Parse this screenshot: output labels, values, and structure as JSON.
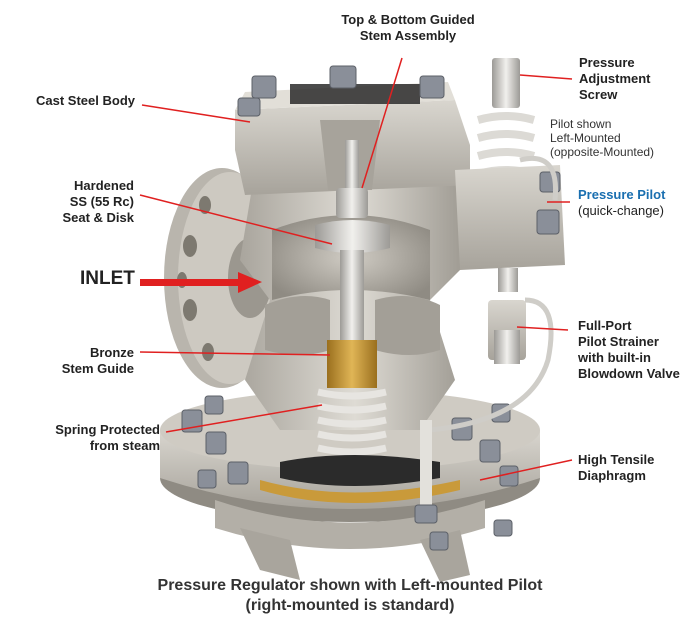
{
  "colors": {
    "accent_arrow": "#e02020",
    "pilot_title": "#1a6fb0",
    "text": "#222222",
    "metal_light": "#d6d3cc",
    "metal_mid": "#b8b4ac",
    "metal_dark": "#8c8880",
    "bronze": "#c99a3a",
    "diaphragm": "#2b2b2b"
  },
  "labels": {
    "top_bottom": [
      "Top & Bottom Guided",
      "Stem Assembly"
    ],
    "cast_steel": [
      "Cast Steel Body"
    ],
    "pressure_adjust": [
      "Pressure",
      "Adjustment",
      "Screw"
    ],
    "pilot_note": [
      "Pilot shown",
      "Left-Mounted",
      "(opposite-Mounted)"
    ],
    "pressure_pilot_title": "Pressure Pilot",
    "pressure_pilot_sub": "(quick-change)",
    "hardened": [
      "Hardened",
      "SS (55 Rc)",
      "Seat & Disk"
    ],
    "inlet": "INLET",
    "full_port": [
      "Full-Port",
      "Pilot Strainer",
      "with built-in",
      "Blowdown Valve"
    ],
    "bronze": [
      "Bronze",
      "Stem Guide"
    ],
    "spring": [
      "Spring Protected",
      "from steam"
    ],
    "high_tensile": [
      "High Tensile",
      "Diaphragm"
    ]
  },
  "caption": [
    "Pressure Regulator shown with Left-mounted Pilot",
    "(right-mounted is standard)"
  ]
}
